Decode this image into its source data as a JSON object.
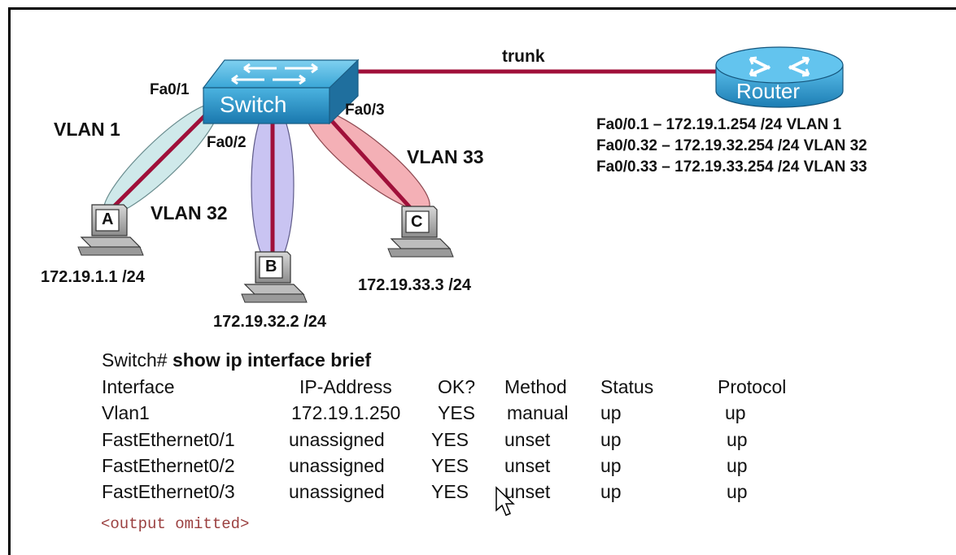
{
  "devices": {
    "switch_label": "Switch",
    "router_label": "Router",
    "pc_a_letter": "A",
    "pc_b_letter": "B",
    "pc_c_letter": "C"
  },
  "links": {
    "trunk_label": "trunk",
    "port_fa01": "Fa0/1",
    "port_fa02": "Fa0/2",
    "port_fa03": "Fa0/3"
  },
  "vlans": {
    "vlan1": "VLAN 1",
    "vlan32": "VLAN 32",
    "vlan33": "VLAN 33"
  },
  "hosts": {
    "a_ip": "172.19.1.1 /24",
    "b_ip": "172.19.32.2 /24",
    "c_ip": "172.19.33.3 /24"
  },
  "router_subinterfaces": [
    "Fa0/0.1   – 172.19.1.254 /24  VLAN 1",
    "Fa0/0.32 – 172.19.32.254 /24  VLAN 32",
    "Fa0/0.33 – 172.19.33.254 /24  VLAN 33"
  ],
  "cli": {
    "prompt": "Switch#",
    "command": "show ip interface brief",
    "headers": [
      "Interface",
      "IP-Address",
      "OK?",
      "Method",
      "Status",
      "Protocol"
    ],
    "rows": [
      [
        "Vlan1",
        "172.19.1.250",
        "YES",
        "manual",
        "up",
        "up"
      ],
      [
        "FastEthernet0/1",
        "unassigned",
        "YES",
        "unset",
        "up",
        "up"
      ],
      [
        "FastEthernet0/2",
        "unassigned",
        "YES",
        "unset",
        "up",
        "up"
      ],
      [
        "FastEthernet0/3",
        "unassigned",
        "YES",
        "unset",
        "up",
        "up"
      ]
    ],
    "omitted": "<output omitted>"
  },
  "colors": {
    "link": "#a0103a",
    "vlan1_fill": "#cfe9ea",
    "vlan32_fill": "#c9c4f2",
    "vlan33_fill": "#f4b0b6",
    "device_blue": "#2e9fd3"
  }
}
